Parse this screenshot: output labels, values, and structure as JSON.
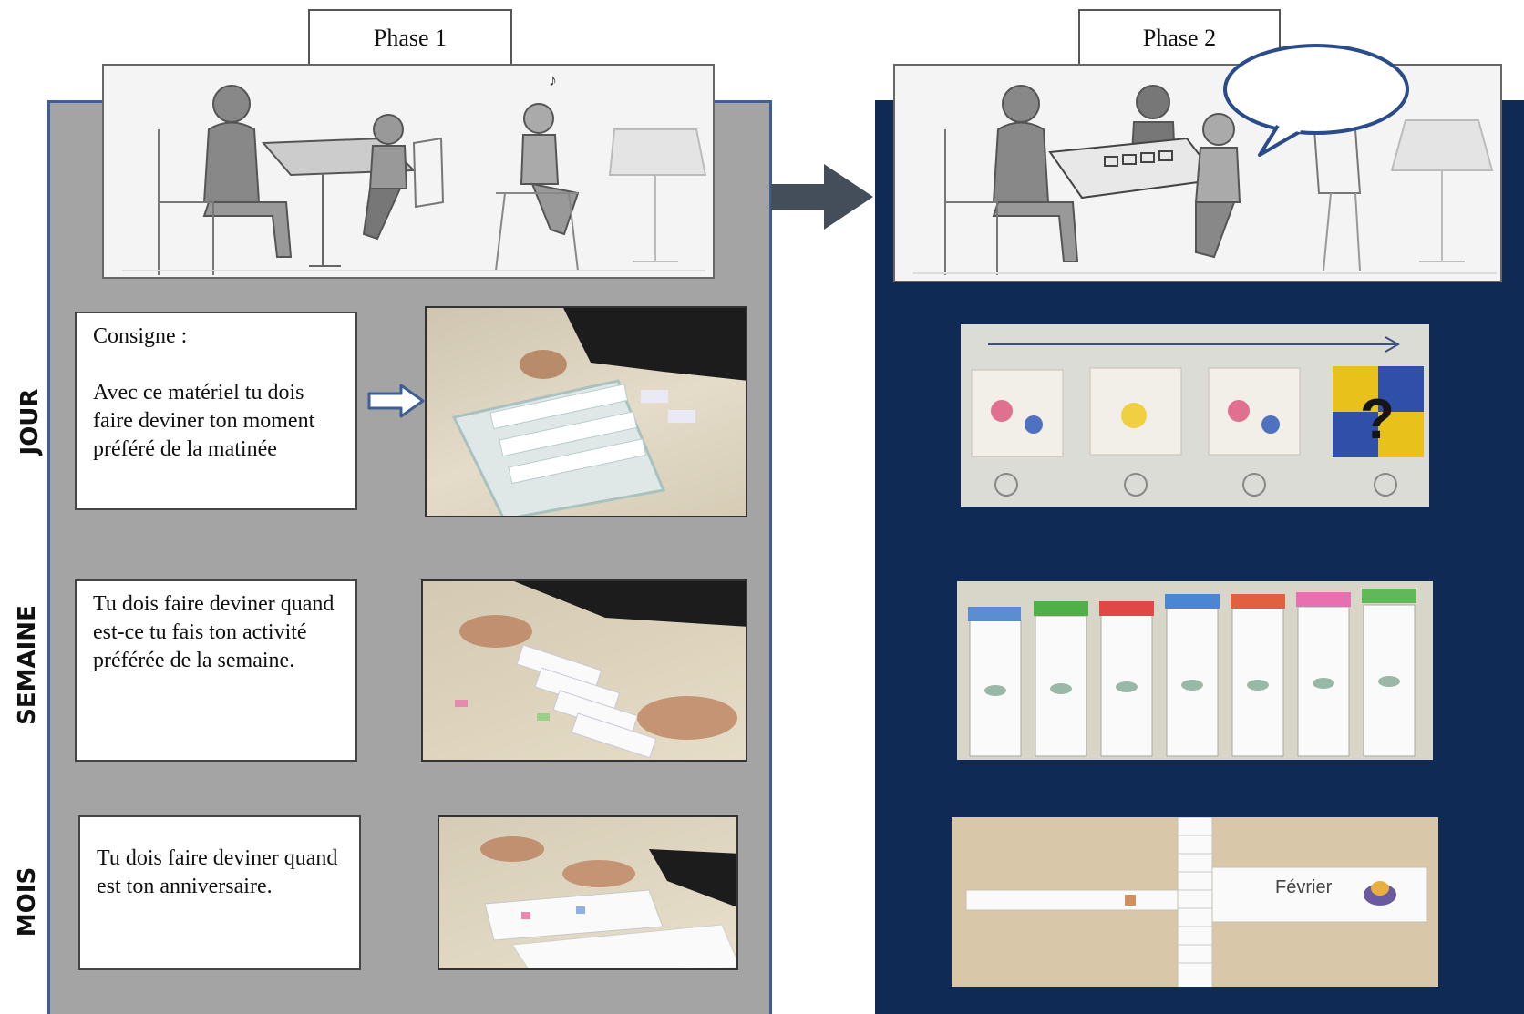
{
  "phases": {
    "phase1_label": "Phase 1",
    "phase2_label": "Phase 2"
  },
  "rows": {
    "jour": "JOUR",
    "semaine": "SEMAINE",
    "mois": "MOIS"
  },
  "instructions": {
    "jour": "Consigne :\n\nAvec ce matériel tu dois faire deviner ton moment préféré de la matinée",
    "semaine": "Tu dois faire deviner quand est-ce tu fais ton activité préférée de la semaine.",
    "mois": "Tu dois faire deviner quand est ton anniversaire."
  },
  "month_card": {
    "month": "Février"
  },
  "colors": {
    "phase1_panel": "#a4a4a4",
    "phase1_border": "#3d5f94",
    "phase2_panel": "#0e2a55",
    "arrow": "#444d5a"
  },
  "icons": {
    "transition": "right-arrow-icon",
    "hint": "hollow-right-arrow-icon",
    "speech": "speech-bubble-icon",
    "question": "question-mark-icon"
  }
}
